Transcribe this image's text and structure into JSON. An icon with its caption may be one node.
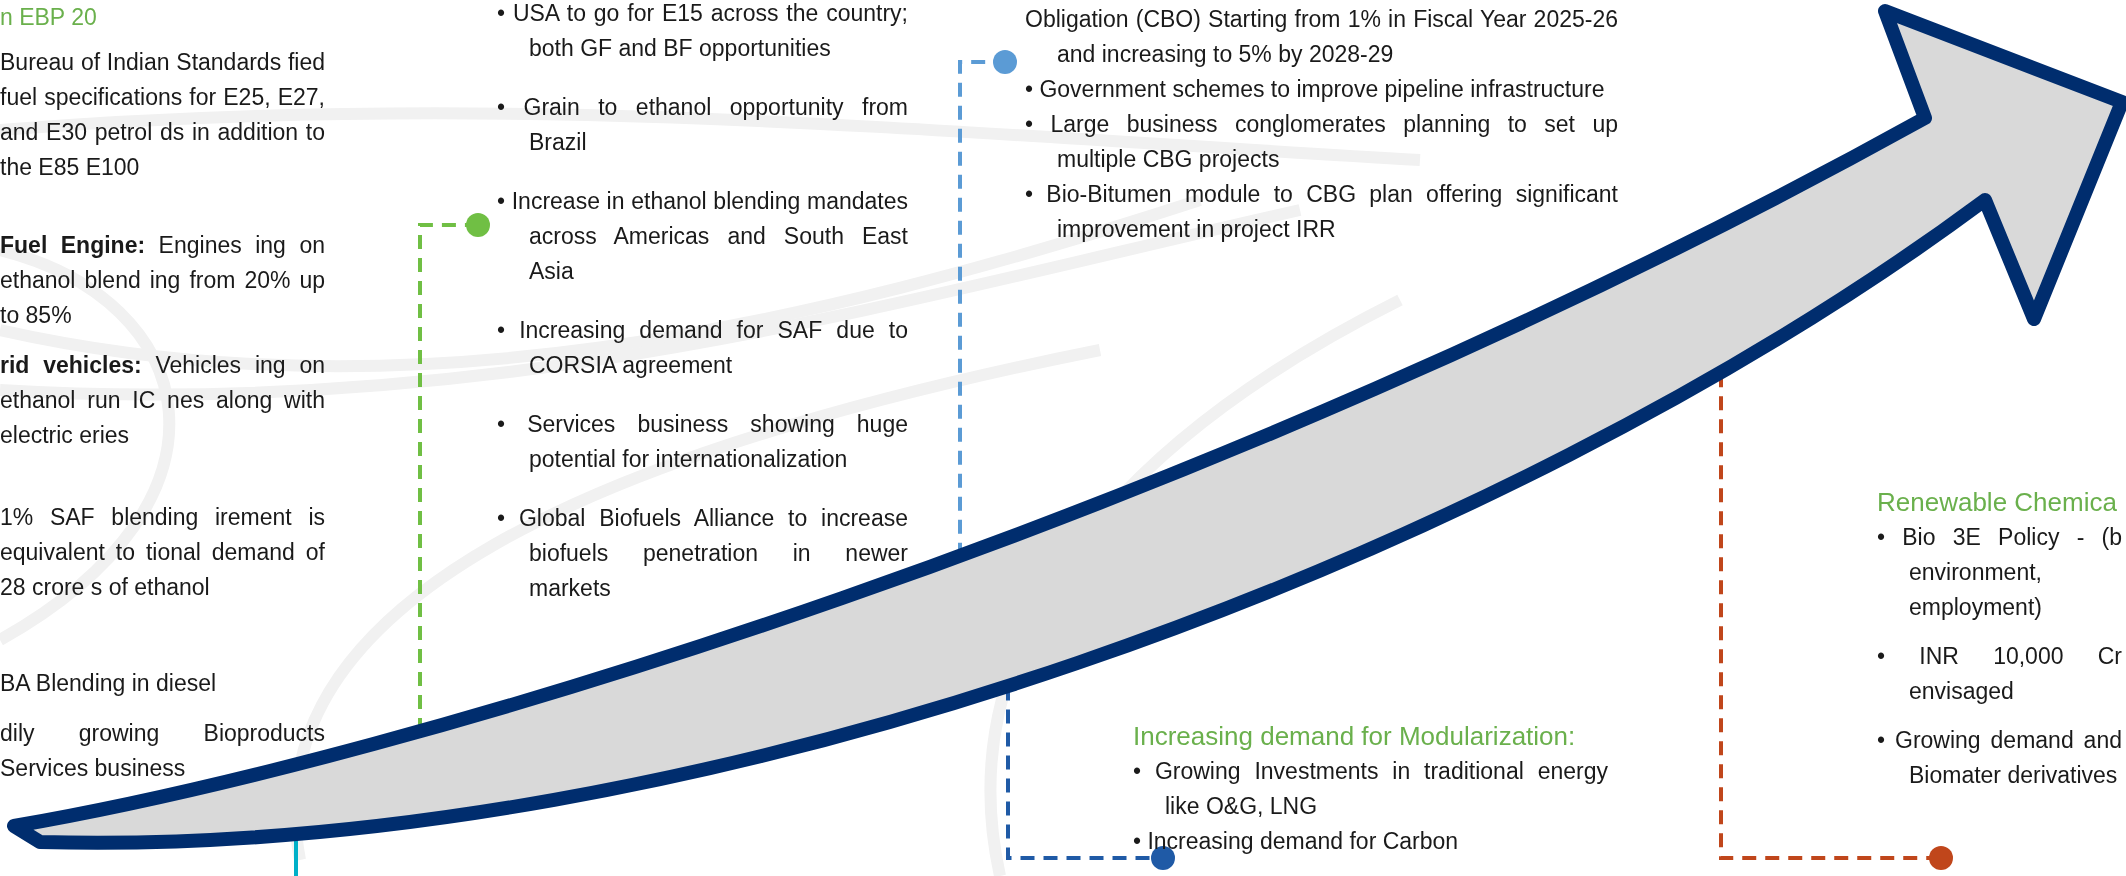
{
  "diagram": {
    "nodes": [
      {
        "text": [],
        "shape": "arrow"
      },
      {
        "text": [
          "• USA to go for E15 across the country; both GF and BF opportunities",
          "• Grain to ethanol opportunity from Brazil",
          "• Increase in ethanol blending mandates across Americas and South East Asia",
          "• Increasing demand for SAF due to CORSIA agreement",
          "• Services business showing huge potential for internationalization",
          "• Global Biofuels Alliance to increase biofuels penetration in newer markets"
        ]
      },
      {
        "text": [
          "Obligation (CBO) Starting from 1% in Fiscal Year 2025-26 and increasing to 5% by 2028-29",
          "• Government schemes to improve pipeline infrastructure",
          "• Large business conglomerates planning to set up multiple CBG projects",
          "• Bio-Bitumen module to CBG plan offering significant improvement in project IRR"
        ]
      },
      {
        "text": [
          "Increasing demand for Modularization:",
          "• Growing Investments in traditional energy like O&G, LNG",
          "• Increasing demand for Carbon"
        ]
      },
      {
        "text": [
          "Renewable Chemica",
          "• Bio 3E Policy - (b environment, employment)",
          "• INR 10,000 Cr envisaged",
          "• Growing demand and Biomater derivatives"
        ]
      }
    ],
    "edges": [
      {
        "from": 0,
        "to": 1,
        "arrow": "other",
        "style": "dashed",
        "color": "#70bf44"
      },
      {
        "from": 0,
        "to": 2,
        "arrow": "other",
        "style": "dashed",
        "color": "#5b9bd5"
      },
      {
        "from": 0,
        "to": 3,
        "arrow": "other",
        "style": "dashed",
        "color": "#1f5aa6"
      },
      {
        "from": 0,
        "to": 4,
        "arrow": "other",
        "style": "dashed",
        "color": "#c0461b"
      },
      {
        "from": 0,
        "to": null,
        "arrow": "none",
        "color": "#00b0c8"
      }
    ],
    "labels": [
      "n EBP 20",
      "Bureau of Indian Standards fied fuel specifications for E25, E27, and E30 petrol ds in addition to the E85 E100",
      "**Fuel Engine:** Engines ing on ethanol blend ing from 20% up to 85%",
      "**rid vehicles:** Vehicles ing on ethanol run IC nes along with electric eries",
      "1% SAF blending irement is equivalent to tional demand of 28 crore s of ethanol",
      "BA Blending in diesel",
      "dily growing Bioproducts Services business"
    ]
  }
}
